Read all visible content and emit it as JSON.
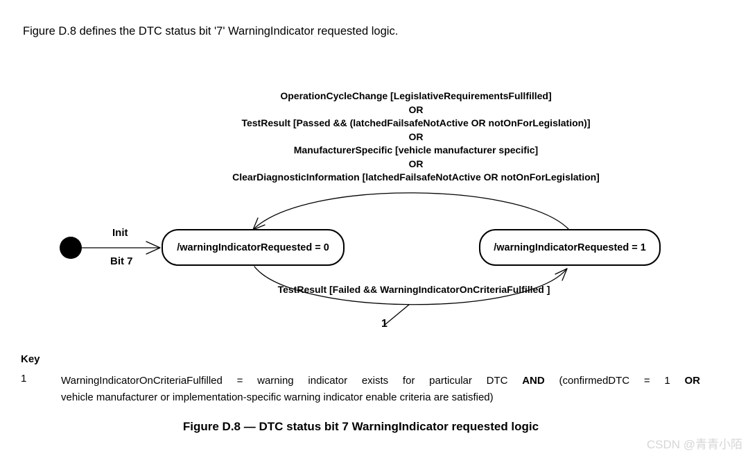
{
  "intro": "Figure D.8 defines the DTC status bit '7' WarningIndicator requested logic.",
  "diagram": {
    "transition_to_state0": {
      "lines": [
        "OperationCycleChange [LegislativeRequirementsFullfilled]",
        "OR",
        "TestResult [Passed && (latchedFailsafeNotActive OR notOnForLegislation)]",
        "OR",
        "ManufacturerSpecific [vehicle manufacturer specific]",
        "OR",
        "ClearDiagnosticInformation [latchedFailsafeNotActive OR notOnForLegislation]"
      ]
    },
    "init_transition": {
      "label_top": "Init",
      "label_bottom": "Bit 7"
    },
    "state_0_label": "/warningIndicatorRequested = 0",
    "state_1_label": "/warningIndicatorRequested = 1",
    "transition_to_state1": "TestResult [Failed && WarningIndicatorOnCriteriaFulfilled ]",
    "callout_number": "1"
  },
  "key": {
    "heading": "Key",
    "item_number": "1",
    "line1_part1": "WarningIndicatorOnCriteriaFulfilled = warning indicator exists for particular DTC",
    "line1_bold1": "AND",
    "line1_part2": "(confirmedDTC = 1",
    "line1_bold2": "OR",
    "line2": "vehicle manufacturer or implementation-specific warning indicator enable criteria are satisfied)"
  },
  "caption": "Figure D.8 — DTC status bit 7 WarningIndicator requested logic",
  "watermark": "CSDN @青青小陌",
  "colors": {
    "text": "#000000",
    "background": "#ffffff",
    "diagram_lines": "#000000",
    "watermark": "#d6d6d6"
  }
}
